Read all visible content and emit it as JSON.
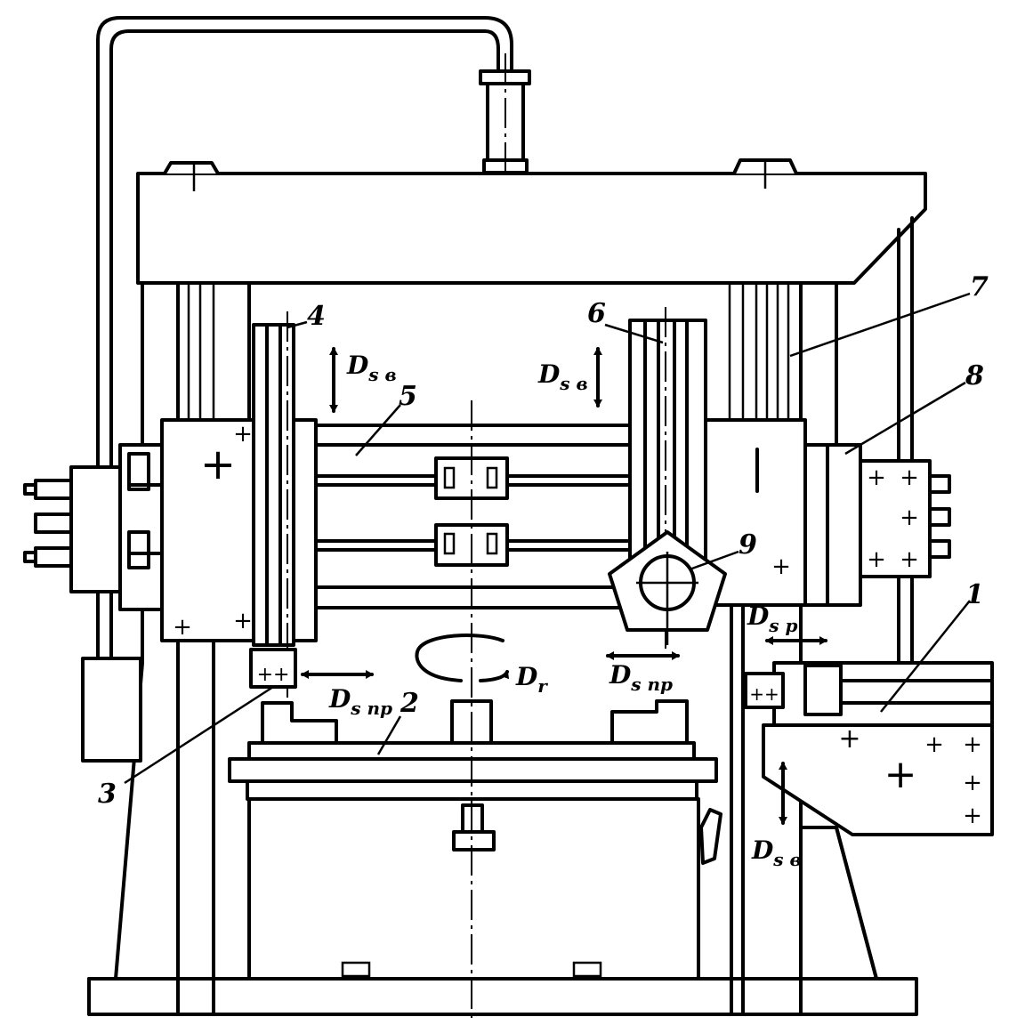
{
  "callouts": {
    "n1": "1",
    "n2": "2",
    "n3": "3",
    "n4": "4",
    "n5": "5",
    "n6": "6",
    "n7": "7",
    "n8": "8",
    "n9": "9"
  },
  "motions": {
    "feed_vertical_symbol": "D",
    "feed_vertical_sub": "s в",
    "feed_transverse_symbol": "D",
    "feed_transverse_sub": "s пр",
    "feed_radial_symbol": "D",
    "feed_radial_sub": "s р",
    "main_rotation_symbol": "D",
    "main_rotation_sub": "r"
  }
}
